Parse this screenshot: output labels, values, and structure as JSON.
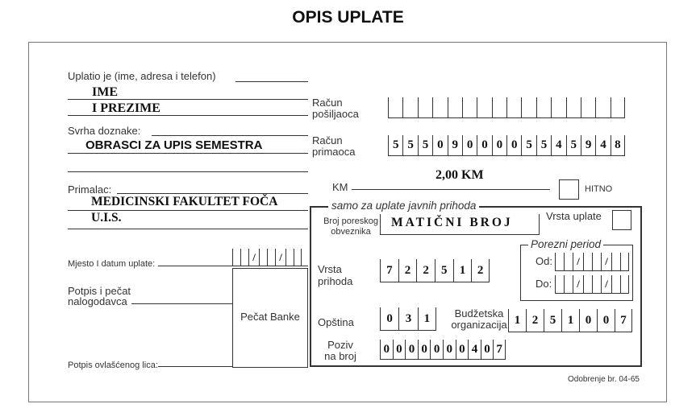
{
  "title": "OPIS UPLATE",
  "payer": {
    "label": "Uplatio je (ime, adresa i telefon)",
    "line1": "IME",
    "line2": "I PREZIME"
  },
  "purpose": {
    "label": "Svrha doznake:",
    "value": "OBRASCI ZA UPIS SEMESTRA"
  },
  "recipient": {
    "label": "Primalac:",
    "line1": "MEDICINSKI FAKULTET FOČA",
    "line2": "U.I.S."
  },
  "place_date_label": "Mjesto I datum uplate:",
  "date_slashes": [
    "/",
    "/"
  ],
  "signature_label": "Potpis i pečat nalogodavca",
  "bank_stamp_label": "Pečat Banke",
  "authorized_signature_label": "Potpis ovlašćenog lica:",
  "sender_account": {
    "label": "Račun pošiljaoca",
    "digits": [
      "",
      "",
      "",
      "",
      "",
      "",
      "",
      "",
      "",
      "",
      "",
      "",
      "",
      "",
      "",
      ""
    ]
  },
  "recipient_account": {
    "label": "Račun primaoca",
    "digits": [
      "5",
      "5",
      "5",
      "0",
      "9",
      "0",
      "0",
      "0",
      "0",
      "5",
      "5",
      "4",
      "5",
      "9",
      "4",
      "8"
    ]
  },
  "amount": {
    "label": "KM",
    "value": "2,00 KM"
  },
  "urgent_label": "HITNO",
  "public_revenue": {
    "section_title": "samo za uplate javnih prihoda",
    "tax_id_label": "Broj poreskog obveznika",
    "tax_id_value": "MATIČNI BROJ",
    "payment_type_label": "Vrsta uplate",
    "tax_period_label": "Porezni period",
    "from_label": "Od:",
    "to_label": "Do:",
    "period_slashes": [
      "/",
      "/"
    ],
    "revenue_type_label": "Vrsta prihoda",
    "revenue_type_digits": [
      "7",
      "2",
      "2",
      "5",
      "1",
      "2"
    ],
    "municipality_label": "Opština",
    "municipality_digits": [
      "0",
      "3",
      "1"
    ],
    "budget_org_label": "Budžetska organizacija",
    "budget_org_digits": [
      "1",
      "2",
      "5",
      "1",
      "0",
      "0",
      "7"
    ],
    "reference_label": "Poziv na broj",
    "reference_digits": [
      "0",
      "0",
      "0",
      "0",
      "0",
      "0",
      "0",
      "4",
      "0",
      "7"
    ]
  },
  "approval_text": "Odobrenje br. 04-65"
}
